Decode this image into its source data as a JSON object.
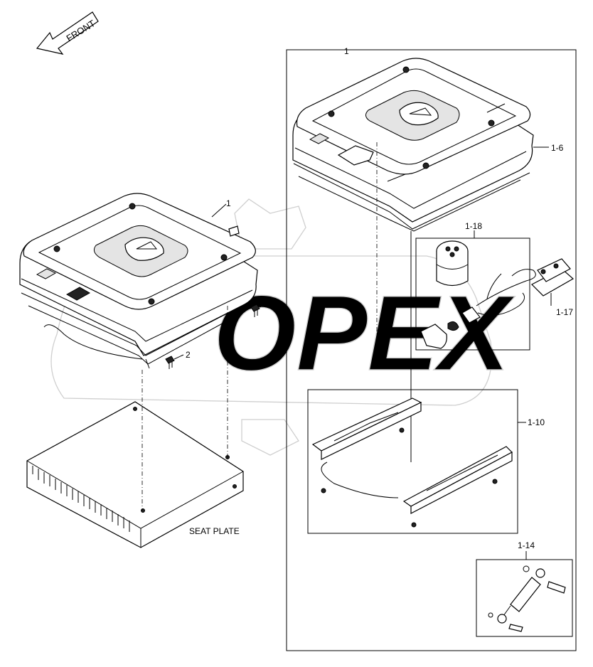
{
  "diagram": {
    "front_arrow_label": "FRONT",
    "callouts": {
      "assembly_main": "1",
      "assembly_left": "1",
      "bolt_upper": "2",
      "bolt_lower": "2",
      "seat_cushion": "1-6",
      "switch_kit": "1-18",
      "motor": "1-17",
      "rail_kit": "1-10",
      "damper_kit": "1-14"
    },
    "seat_plate_label": "SEAT PLATE",
    "watermark_text": "OPEX",
    "colors": {
      "line": "#000000",
      "watermark": "#cfcfcf",
      "paper": "#ffffff"
    }
  }
}
